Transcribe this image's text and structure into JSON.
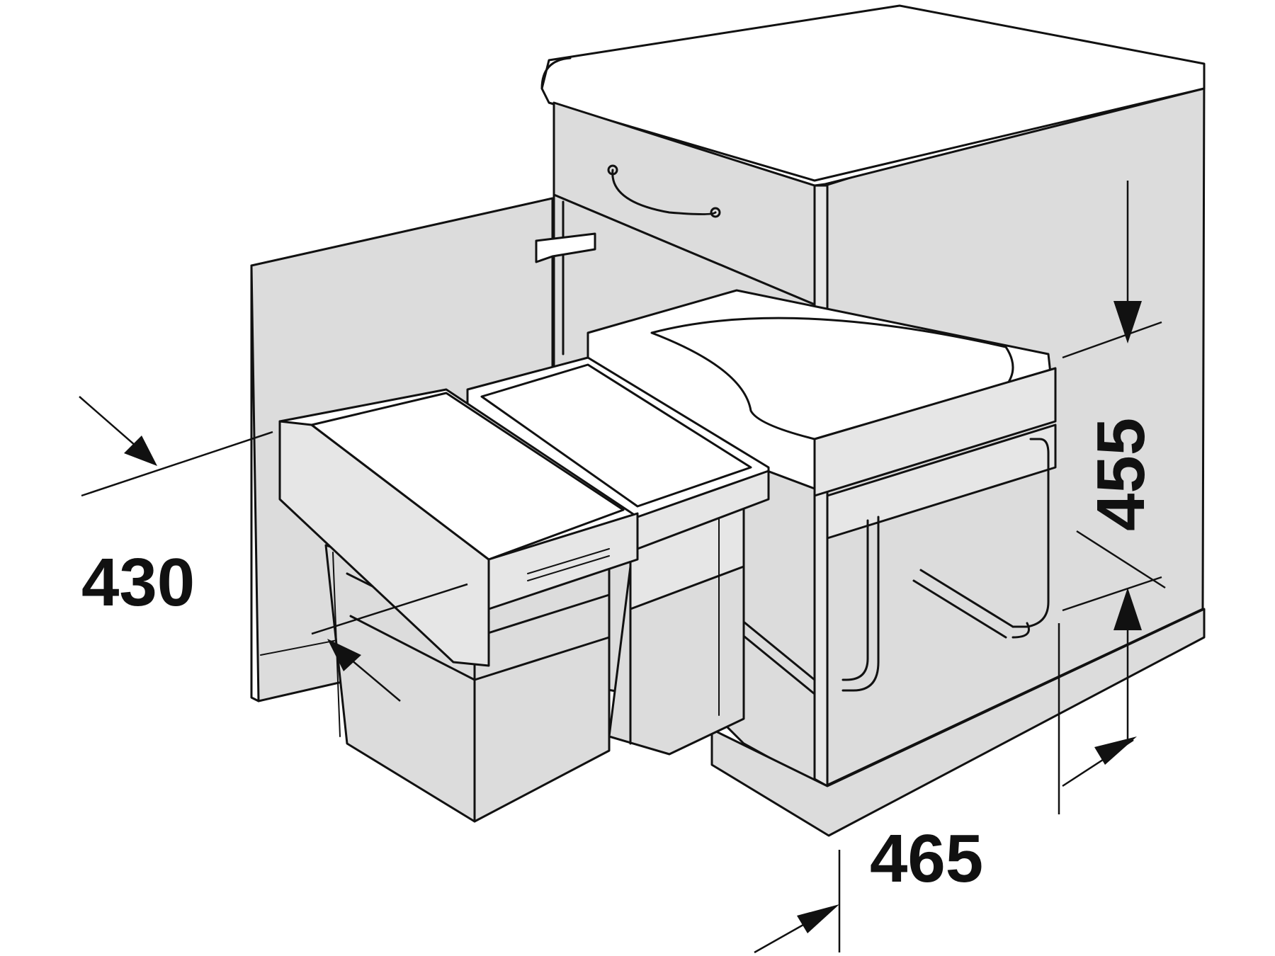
{
  "dimensions": {
    "width_label": "430",
    "height_label": "455",
    "depth_label": "465"
  }
}
